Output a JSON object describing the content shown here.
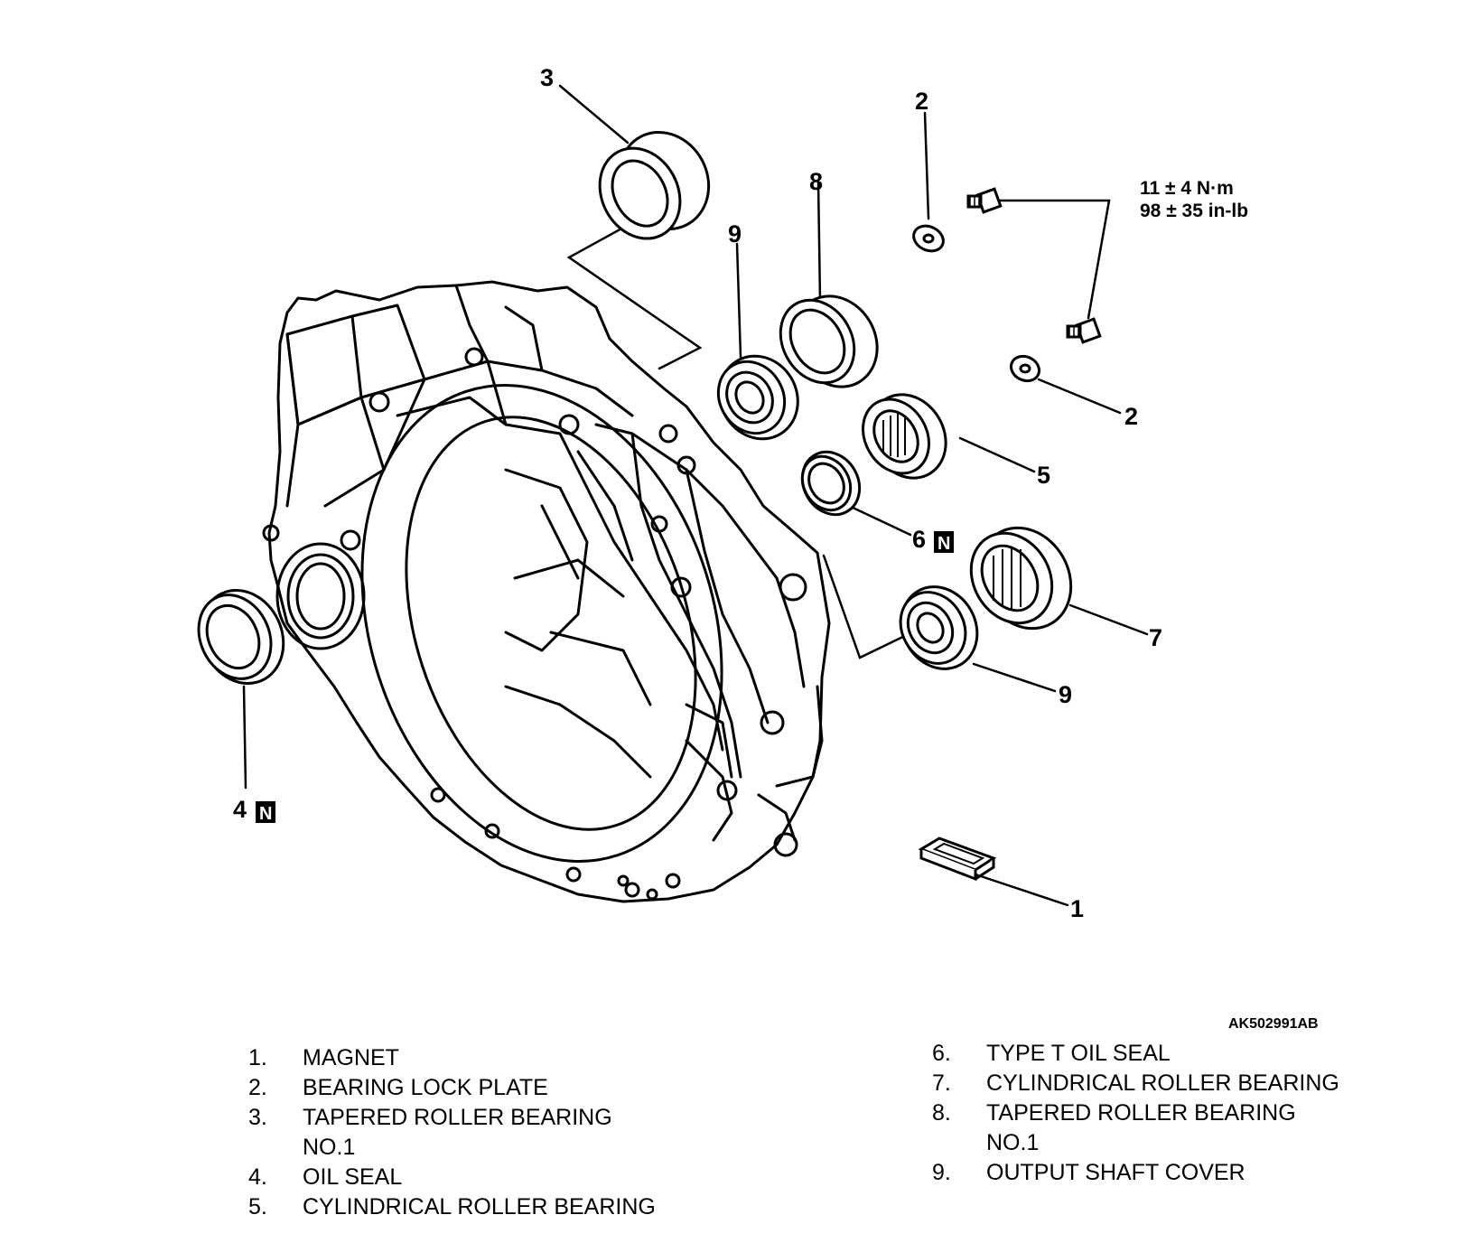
{
  "callouts": {
    "c1": "1",
    "c2a": "2",
    "c2b": "2",
    "c3": "3",
    "c4": "4",
    "c5": "5",
    "c6": "6",
    "c7": "7",
    "c8": "8",
    "c9a": "9",
    "c9b": "9",
    "new_part_mark": "N"
  },
  "torque": {
    "line1": "11 ± 4 N·m",
    "line2": "98 ± 35 in-lb"
  },
  "figure_code": "AK502991AB",
  "legend_left": [
    {
      "num": "1.",
      "lines": [
        "MAGNET"
      ]
    },
    {
      "num": "2.",
      "lines": [
        "BEARING LOCK PLATE"
      ]
    },
    {
      "num": "3.",
      "lines": [
        "TAPERED ROLLER BEARING",
        "NO.1"
      ]
    },
    {
      "num": "4.",
      "lines": [
        "OIL SEAL"
      ]
    },
    {
      "num": "5.",
      "lines": [
        "CYLINDRICAL ROLLER BEARING"
      ]
    }
  ],
  "legend_right": [
    {
      "num": "6.",
      "lines": [
        "TYPE T OIL SEAL"
      ]
    },
    {
      "num": "7.",
      "lines": [
        "CYLINDRICAL ROLLER BEARING"
      ]
    },
    {
      "num": "8.",
      "lines": [
        "TAPERED ROLLER BEARING",
        "NO.1"
      ]
    },
    {
      "num": "9.",
      "lines": [
        "OUTPUT SHAFT COVER"
      ]
    }
  ]
}
